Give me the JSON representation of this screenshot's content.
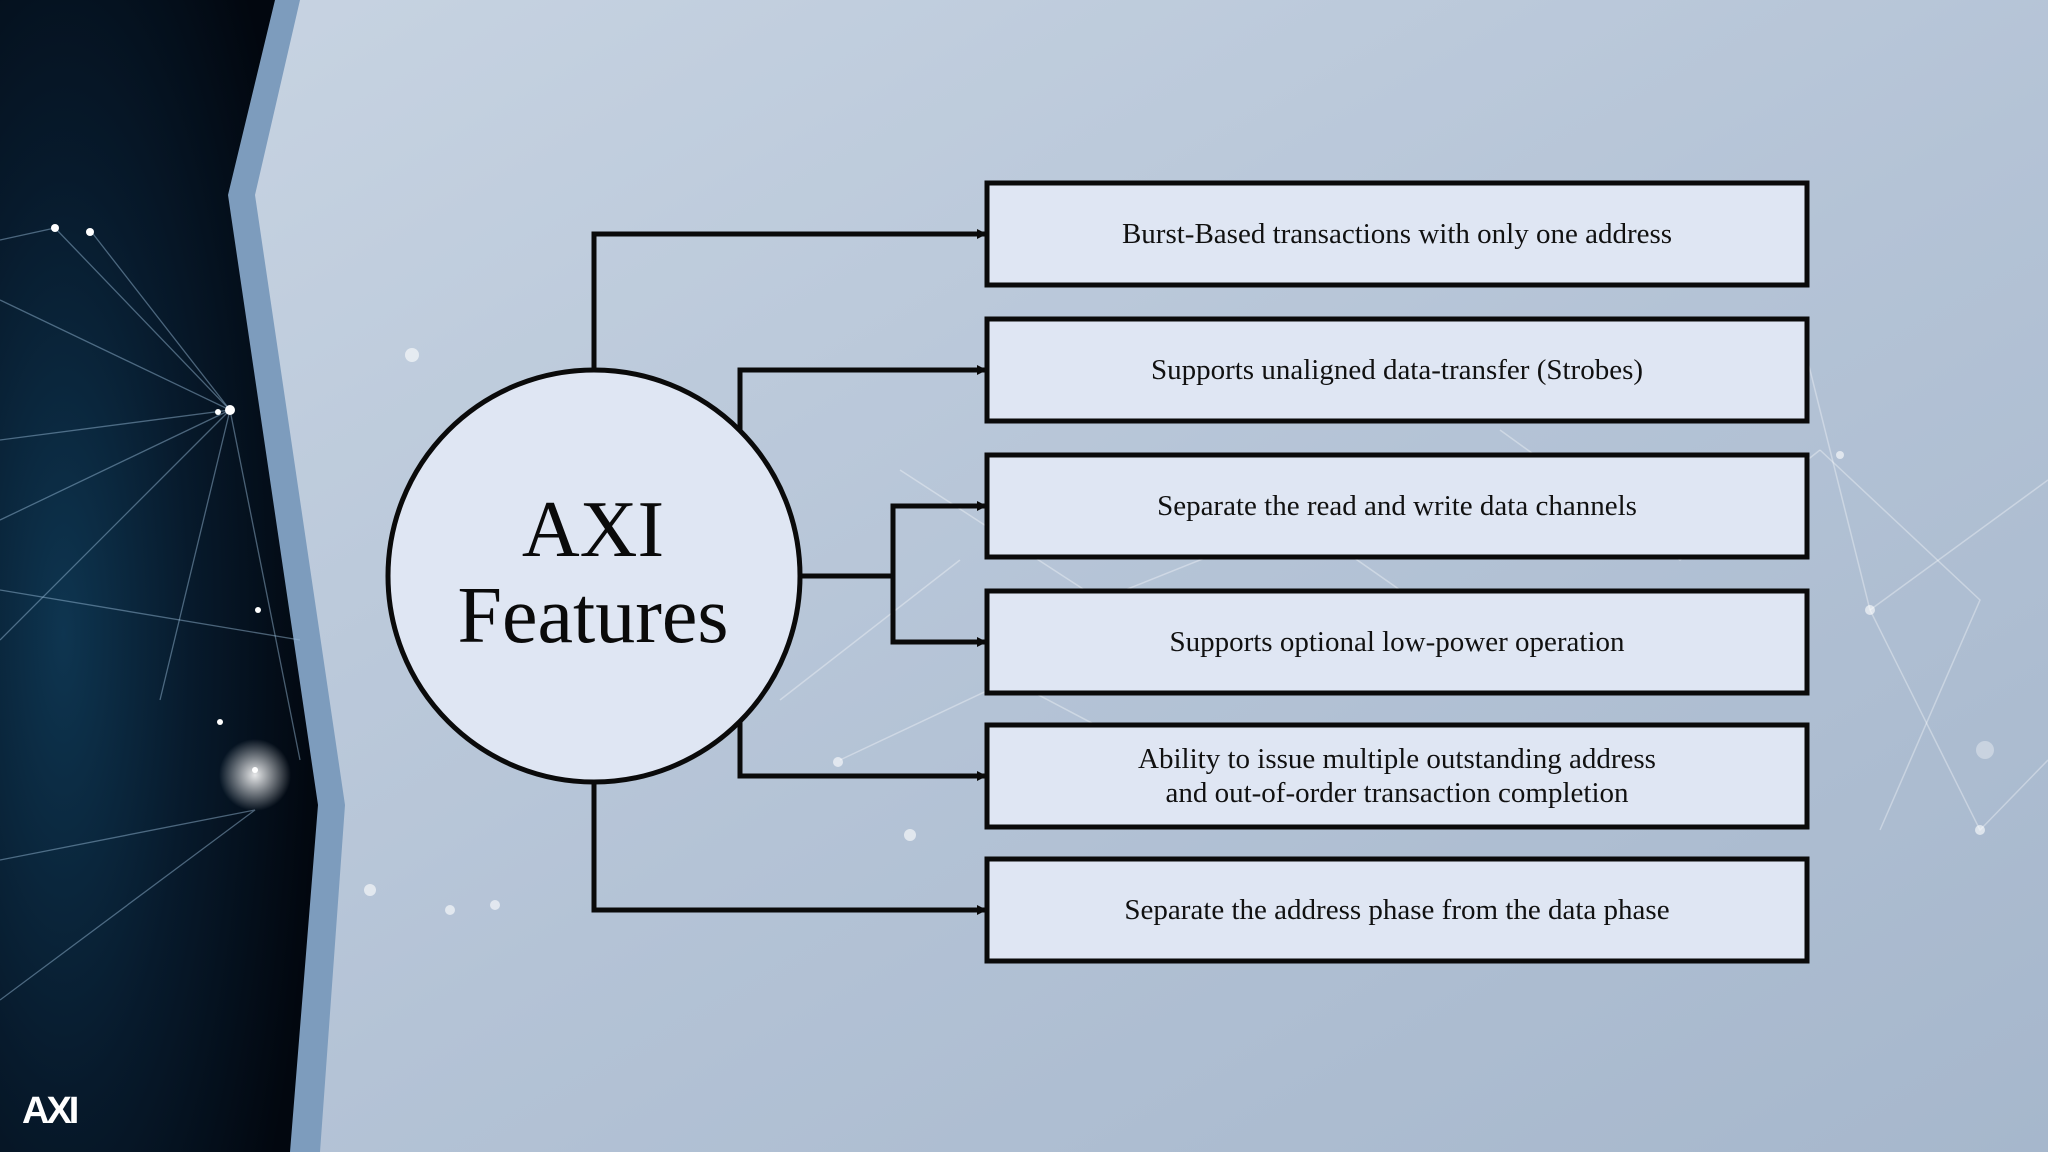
{
  "center_node": {
    "title_line1": "AXI",
    "title_line2": "Features"
  },
  "features": [
    "Burst-Based transactions with only one address",
    "Supports unaligned data-transfer (Strobes)",
    "Separate the read and write data channels",
    "Supports optional low-power operation",
    "Ability to issue multiple outstanding address and out-of-order transaction completion",
    "Separate the address phase from the data phase"
  ],
  "logo_text": "AXI",
  "colors": {
    "box_fill": "#dfe6f3",
    "stroke": "#0a0a0a",
    "dark_panel": "#0a1628",
    "background": "#b9c7d8"
  }
}
